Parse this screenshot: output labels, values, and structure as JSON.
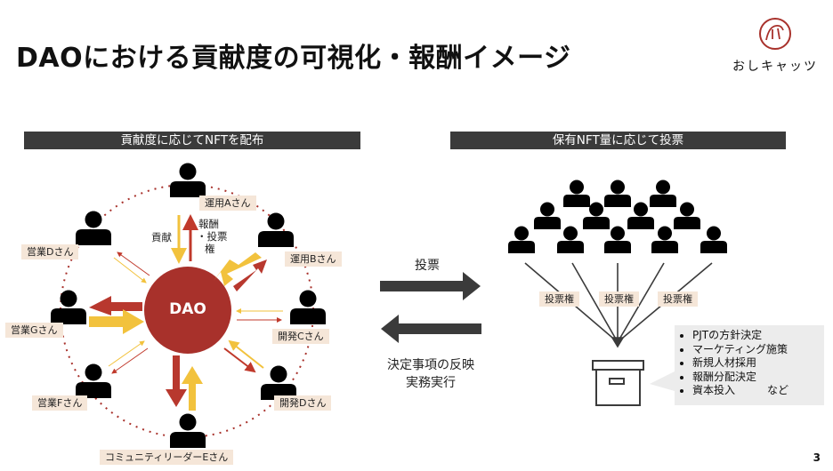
{
  "title": "DAOにおける貢献度の可視化・報酬イメージ",
  "logo": {
    "text": "おしキャッツ"
  },
  "left_panel": {
    "header": "貢献度に応じてNFTを配布",
    "center": "DAO",
    "contribution_label": "貢献",
    "reward_label": [
      "報酬",
      "・投票",
      "権"
    ],
    "members": {
      "ops_a": "運用Aさん",
      "ops_b": "運用Bさん",
      "dev_c": "開発Cさん",
      "dev_d": "開発Dさん",
      "community_e": "コミュニティリーダーEさん",
      "sales_f": "営業Fさん",
      "sales_g": "営業Gさん",
      "sales_d": "営業Dさん"
    }
  },
  "middle": {
    "vote_label": "投票",
    "reflect_label": [
      "決定事項の反映",
      "実務実行"
    ]
  },
  "right_panel": {
    "header": "保有NFT量に応じて投票",
    "voting_rights": [
      "投票権",
      "投票権",
      "投票権"
    ],
    "decisions": [
      "PJTの方針決定",
      "マーケティング施策",
      "新規人材採用",
      "報酬分配決定",
      "資本投入　　　など"
    ]
  },
  "page_number": "3",
  "colors": {
    "dao": "#a8312b",
    "gold": "#f2c23d",
    "dark": "#3b3b3b",
    "tag": "#f5e6d8"
  }
}
